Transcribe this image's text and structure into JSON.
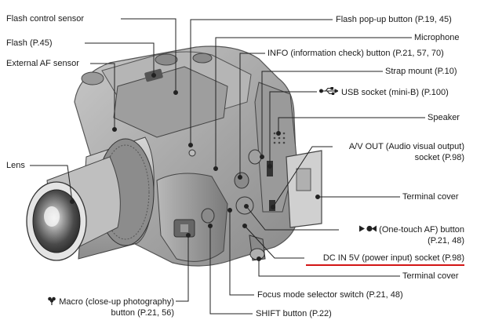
{
  "diagram": {
    "labels": {
      "flash_control_sensor": "Flash control sensor",
      "flash": "Flash (P.45)",
      "external_af_sensor": "External AF sensor",
      "lens": "Lens",
      "macro": "Macro (close-up photography)",
      "macro_page": "button (P.21, 56)",
      "shift": "SHIFT button (P.22)",
      "focus_mode": "Focus mode selector switch (P.21, 48)",
      "flash_popup": "Flash pop-up button (P.19, 45)",
      "microphone": "Microphone",
      "info": "INFO (information check) button (P.21, 57, 70)",
      "strap_mount": "Strap mount (P.10)",
      "usb": "USB socket (mini-B) (P.100)",
      "speaker": "Speaker",
      "av_out_1": "A/V OUT (Audio visual output)",
      "av_out_2": "socket (P.98)",
      "terminal_cover_1": "Terminal cover",
      "one_touch_af_1": "(One-touch AF) button",
      "one_touch_af_2": "(P.21, 48)",
      "dc_in": "DC IN 5V (power input) socket (P.98)",
      "terminal_cover_2": "Terminal cover"
    },
    "icons": {
      "usb": "usb-icon",
      "af_button": "one-touch-af-icon",
      "macro": "macro-flower-icon"
    },
    "colors": {
      "highlight_underline": "#d21414",
      "leader_line": "#222222"
    }
  }
}
